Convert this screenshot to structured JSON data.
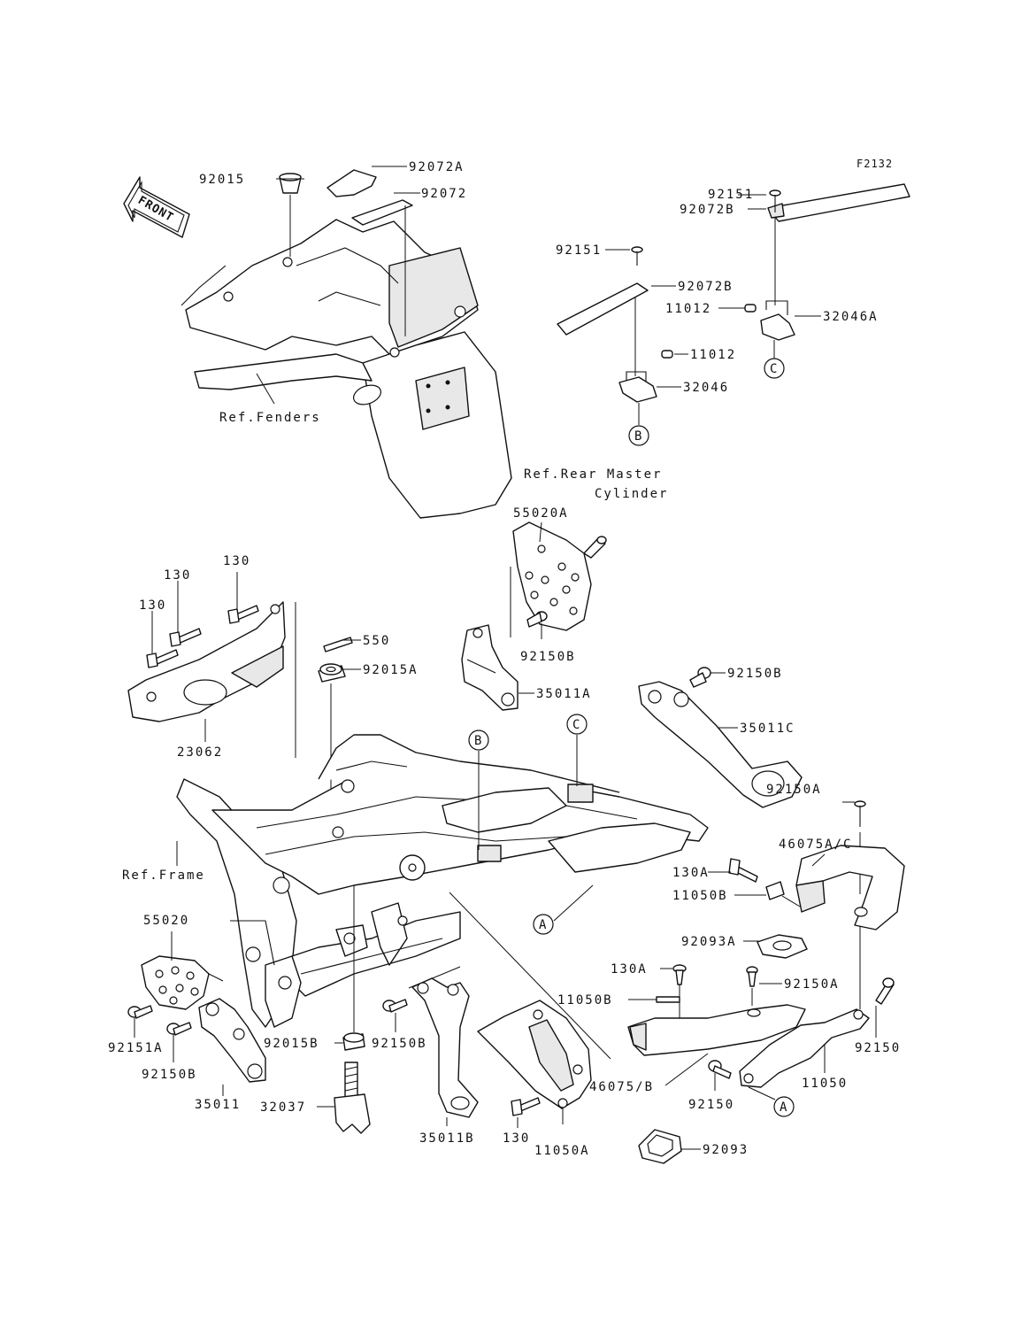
{
  "diagram": {
    "code": "F2132",
    "front_label": "FRONT",
    "refs": {
      "fenders": "Ref.Fenders",
      "rear_master_line1": "Ref.Rear Master",
      "rear_master_line2": "Cylinder",
      "frame": "Ref.Frame"
    },
    "markers": {
      "a": "A",
      "b": "B",
      "c": "C"
    },
    "parts": {
      "p92015": "92015",
      "p92072A": "92072A",
      "p92072": "92072",
      "p92151_top": "92151",
      "p92072B_top": "92072B",
      "p11012_top": "11012",
      "p32046A": "32046A",
      "p92151_mid": "92151",
      "p92072B_mid": "92072B",
      "p11012_mid": "11012",
      "p32046": "32046",
      "p55020A": "55020A",
      "p130_a": "130",
      "p130_b": "130",
      "p130_c": "130",
      "p550": "550",
      "p92015A": "92015A",
      "p92150B_mid": "92150B",
      "p35011A": "35011A",
      "p92150B_right": "92150B",
      "p35011C": "35011C",
      "p23062": "23062",
      "p92150A_top": "92150A",
      "p46075AC": "46075A/C",
      "p130A_top": "130A",
      "p11050B_top": "11050B",
      "p92093A": "92093A",
      "p55020": "55020",
      "p130A_bot": "130A",
      "p92150A_bot": "92150A",
      "p11050B_bot": "11050B",
      "p92151A": "92151A",
      "p92015B": "92015B",
      "p92150B_bl": "92150B",
      "p92150B_bc": "92150B",
      "p150_right": "92150",
      "p35011": "35011",
      "p46075B": "46075/B",
      "p11050": "11050",
      "p32037": "32037",
      "p35011B": "35011B",
      "p130_bot": "130",
      "p11050A": "11050A",
      "p92150_bot": "92150",
      "p92093": "92093"
    }
  }
}
